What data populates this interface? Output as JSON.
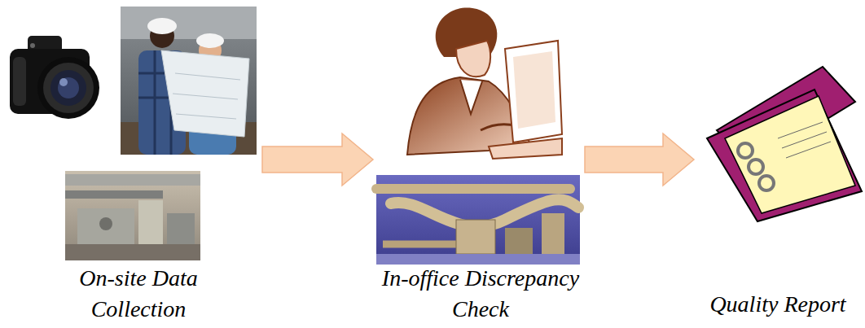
{
  "diagram": {
    "nodes": [
      {
        "text": [
          "On-site Data Collection"
        ]
      },
      {
        "text": [
          "In-office Discrepancy Check"
        ]
      },
      {
        "text": [
          "Quality Report"
        ]
      }
    ],
    "edges": [
      {
        "from": 0,
        "to": 1,
        "arrow": "to"
      },
      {
        "from": 1,
        "to": 2,
        "arrow": "to"
      }
    ]
  }
}
